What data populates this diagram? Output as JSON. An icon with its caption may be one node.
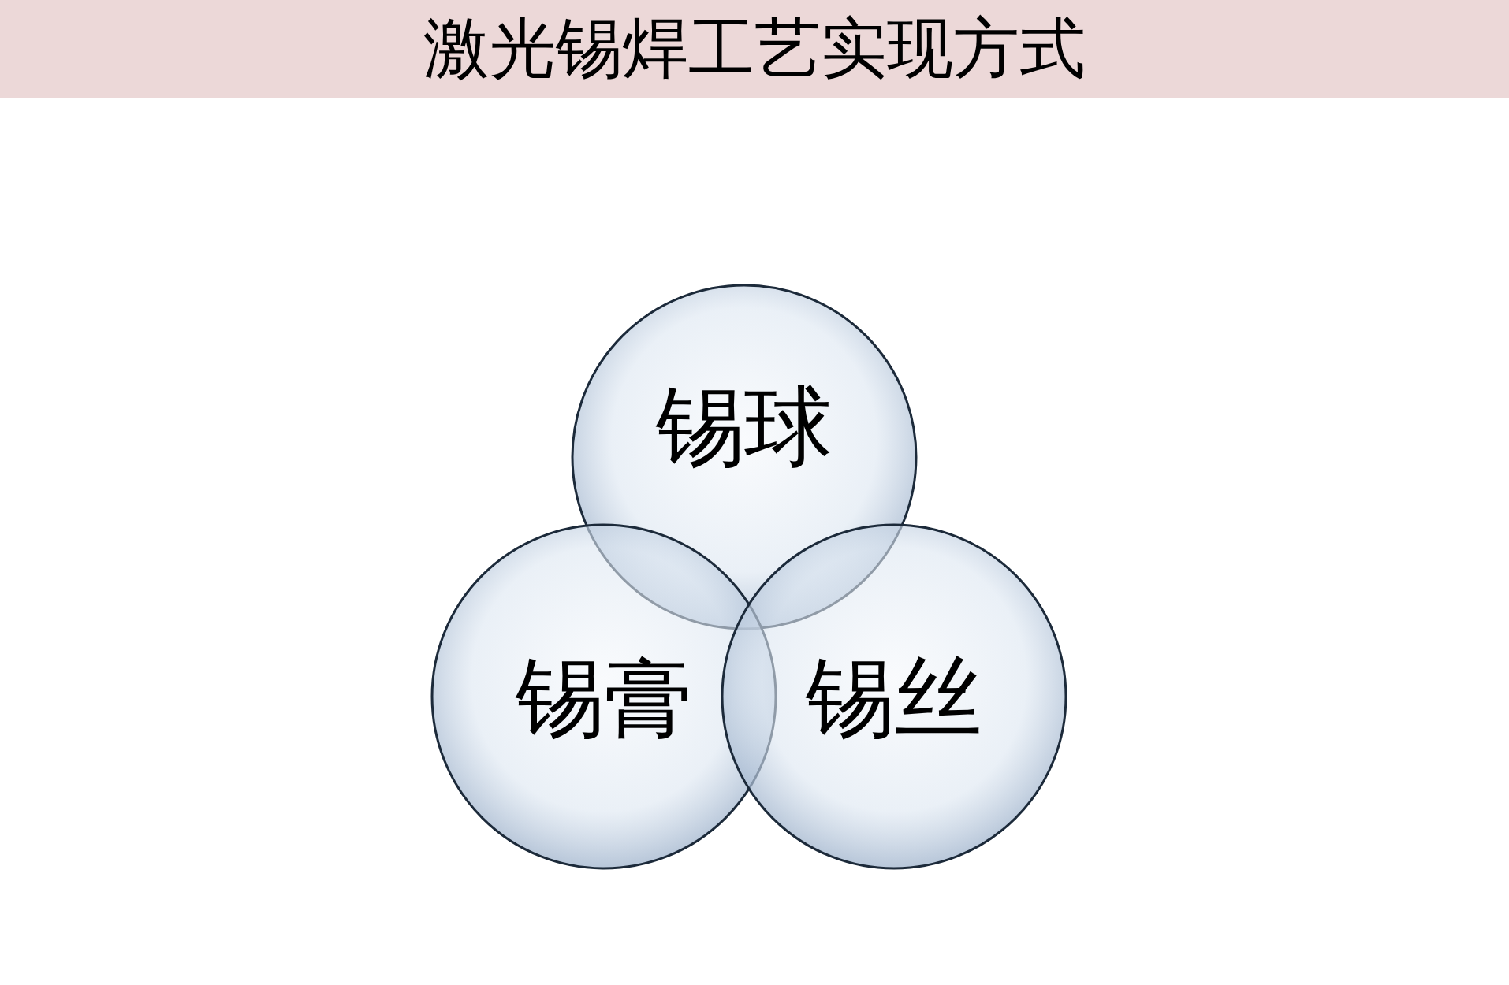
{
  "diagram": {
    "title": "激光锡焊工艺实现方式",
    "nodes": [
      {
        "text": [
          "锡球"
        ]
      },
      {
        "text": [
          "锡膏"
        ]
      },
      {
        "text": [
          "锡丝"
        ]
      }
    ]
  }
}
